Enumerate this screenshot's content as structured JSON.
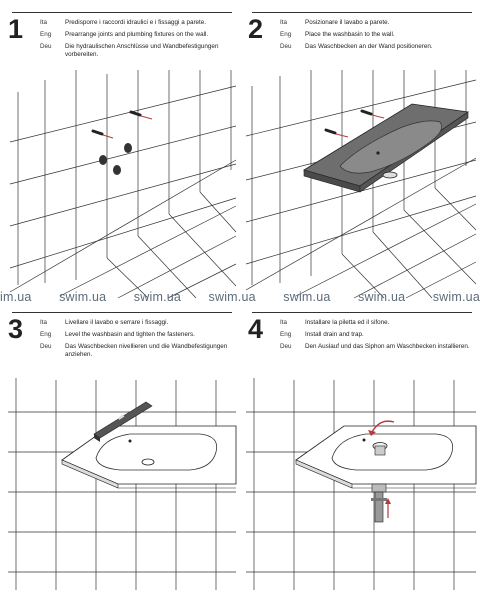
{
  "steps": [
    {
      "number": "1",
      "lines": [
        {
          "lang": "Ita",
          "text": "Predisporre i raccordi idraulici e i fissaggi a parete."
        },
        {
          "lang": "Eng",
          "text": "Prearrange joints and plumbing fixtures on the wall."
        },
        {
          "lang": "Deu",
          "text": "Die hydraulischen Anschlüsse und Wandbefestigungen vorbereiten."
        }
      ]
    },
    {
      "number": "2",
      "lines": [
        {
          "lang": "Ita",
          "text": "Posizionare il lavabo a parete."
        },
        {
          "lang": "Eng",
          "text": "Place the washbasin to the wall."
        },
        {
          "lang": "Deu",
          "text": "Das Waschbecken an der Wand positioneren."
        }
      ]
    },
    {
      "number": "3",
      "lines": [
        {
          "lang": "Ita",
          "text": "Livellare il lavabo e serrare i fissaggi."
        },
        {
          "lang": "Eng",
          "text": "Level the washbasin and tighten the fasteners."
        },
        {
          "lang": "Deu",
          "text": "Das Waschbecken nivellieren und die Wandbefestigungen anziehen."
        }
      ]
    },
    {
      "number": "4",
      "lines": [
        {
          "lang": "Ita",
          "text": "Installare la piletta ed il sifone."
        },
        {
          "lang": "Eng",
          "text": "Install drain and trap."
        },
        {
          "lang": "Deu",
          "text": "Den Auslauf und das Siphon am Waschbecken installieren."
        }
      ]
    }
  ],
  "watermark": [
    "im.ua",
    "swim.ua",
    "swim.ua",
    "swim.ua",
    "swim.ua",
    "swim.ua",
    "swim.ua"
  ],
  "colors": {
    "arrow": "#b53a3a",
    "line": "#333333",
    "basin_dark": "#6e6e6e",
    "watermark": "#5d6b7b"
  }
}
